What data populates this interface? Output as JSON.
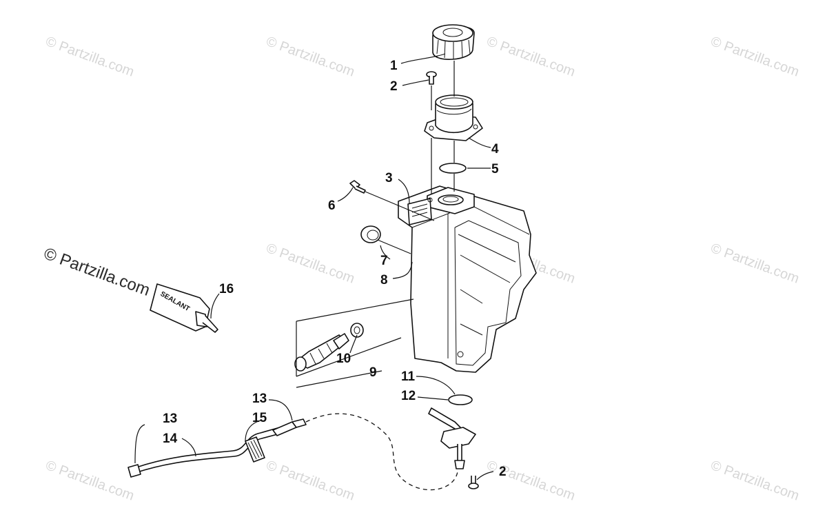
{
  "watermark": {
    "text": "© Partzilla.com"
  },
  "callouts": {
    "c1": "1",
    "c2a": "2",
    "c3": "3",
    "c4": "4",
    "c5": "5",
    "c6": "6",
    "c7": "7",
    "c8": "8",
    "c9": "9",
    "c10": "10",
    "c11": "11",
    "c12": "12",
    "c13a": "13",
    "c13b": "13",
    "c14": "14",
    "c15": "15",
    "c16": "16",
    "c2b": "2"
  },
  "tube_label": "SEALANT"
}
